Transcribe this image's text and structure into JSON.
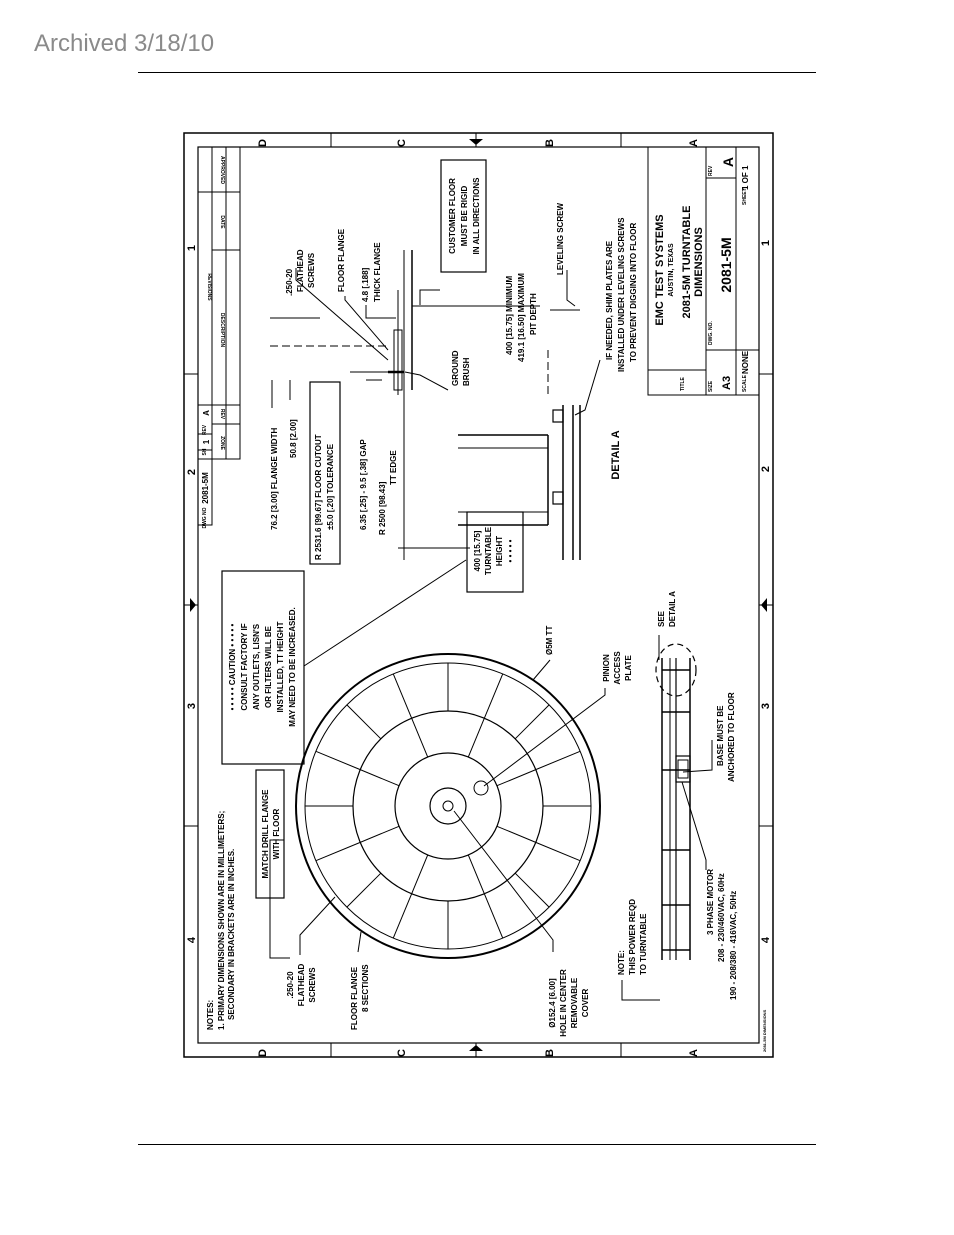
{
  "header": {
    "archived": "Archived 3/18/10"
  },
  "zones": {
    "letters": [
      "D",
      "C",
      "B",
      "A"
    ],
    "numbers": [
      "1",
      "2",
      "3",
      "4"
    ]
  },
  "revisions": {
    "title": "REVISIONS",
    "cols": [
      "DESCRIPTION",
      "DATE",
      "APPROVED"
    ],
    "sheet_label": "SH",
    "sheet_value": "1",
    "rev_label": "REV",
    "rev_value": "A",
    "dwg_no_label": "DWG NO",
    "dwg_no": "2081-5M",
    "zone_label": "ZONE",
    "rev_col": "REV"
  },
  "notes": {
    "heading": "NOTES:",
    "line1": "1.  PRIMARY DIMENSIONS SHOWN ARE IN MILLIMETERS;",
    "line2": "SECONDARY IN BRACKETS ARE IN INCHES."
  },
  "match_box": {
    "line1": "MATCH DRILL FLANGE",
    "line2": "WITH FLOOR"
  },
  "caution": {
    "line1": "• • • • • CAUTION • • • • •",
    "line2": "CONSULT FACTORY IF",
    "line3": "ANY OUTLETS, LISN'S",
    "line4": "OR FILTERS WILL BE",
    "line5": "INSTALLED, TT HEIGHT",
    "line6": "MAY NEED TO BE INCREASED."
  },
  "plan_labels": {
    "screws_1": ".250-20",
    "screws_2": "FLATHEAD",
    "screws_3": "SCREWS",
    "flange_1": "FLOOR FLANGE",
    "flange_2": "8 SECTIONS",
    "hole_1": "Ø152.4 [6.00]",
    "hole_2": "HOLE IN CENTER",
    "hole_3": "REMOVABLE",
    "hole_4": "COVER",
    "pinion_1": "PINION",
    "pinion_2": "ACCESS",
    "pinion_3": "PLATE",
    "dia": "Ø5M TT"
  },
  "power_note": {
    "l1": "NOTE:",
    "l2": "THIS POWER REQD",
    "l3": "TO TURNTABLE",
    "l4": "3 PHASE MOTOR",
    "l5": "208 - 230/460VAC, 60Hz",
    "l6": "190 - 208/380 - 416VAC, 50Hz"
  },
  "side_labels": {
    "base_1": "BASE MUST BE",
    "base_2": "ANCHORED TO FLOOR",
    "see_1": "SEE",
    "see_2": "DETAIL A"
  },
  "detail": {
    "title": "DETAIL A",
    "height_1": "400 [15.75]",
    "height_2": "TURNTABLE",
    "height_3": "HEIGHT",
    "height_4": "• • • • •",
    "flange_width": "76.2 [3.00] FLANGE WIDTH",
    "dim_508": "50.8 [2.00]",
    "cutout_1": "R 2531.6 [99.67] FLOOR CUTOUT",
    "cutout_2": "±5.0 [.20] TOLERANCE",
    "gap": "6.35 [.25] - 9.5 [.38] GAP",
    "edge_1": "R 2500 [98.43]",
    "edge_2": "TT EDGE",
    "screws_1": ".250-20",
    "screws_2": "FLATHEAD",
    "screws_3": "SCREWS",
    "floor_flange": "FLOOR FLANGE",
    "thick_1": "4.8 [.188]",
    "thick_2": "THICK FLANGE",
    "rigid_1": "CUSTOMER FLOOR",
    "rigid_2": "MUST BE RIGID",
    "rigid_3": "IN ALL DIRECTIONS",
    "brush_1": "GROUND",
    "brush_2": "BRUSH",
    "pit_1": "400 [15.75] MINIMUM",
    "pit_2": "419.1 [16.50] MAXIMUM",
    "pit_3": "PIT DEPTH",
    "leveling": "LEVELING SCREW",
    "shim_1": "IF NEEDED, SHIM PLATES ARE",
    "shim_2": "INSTALLED UNDER LEVELING SCREWS",
    "shim_3": "TO PREVENT DIGGING INTO FLOOR"
  },
  "title_block": {
    "company": "EMC TEST SYSTEMS",
    "city": "AUSTIN, TEXAS",
    "title_label": "TITLE",
    "title_1": "2081-5M TURNTABLE",
    "title_2": "DIMENSIONS",
    "size_label": "SIZE",
    "size": "A3",
    "dwg_label": "DWG. NO.",
    "dwg": "2081-5M",
    "rev_label": "REV",
    "rev": "A",
    "scale_label": "SCALE",
    "scale": "NONE",
    "sheet_label": "SHEET",
    "sheet": "1  OF  1"
  },
  "corner_note": "2081-5M DIMENSIONS"
}
